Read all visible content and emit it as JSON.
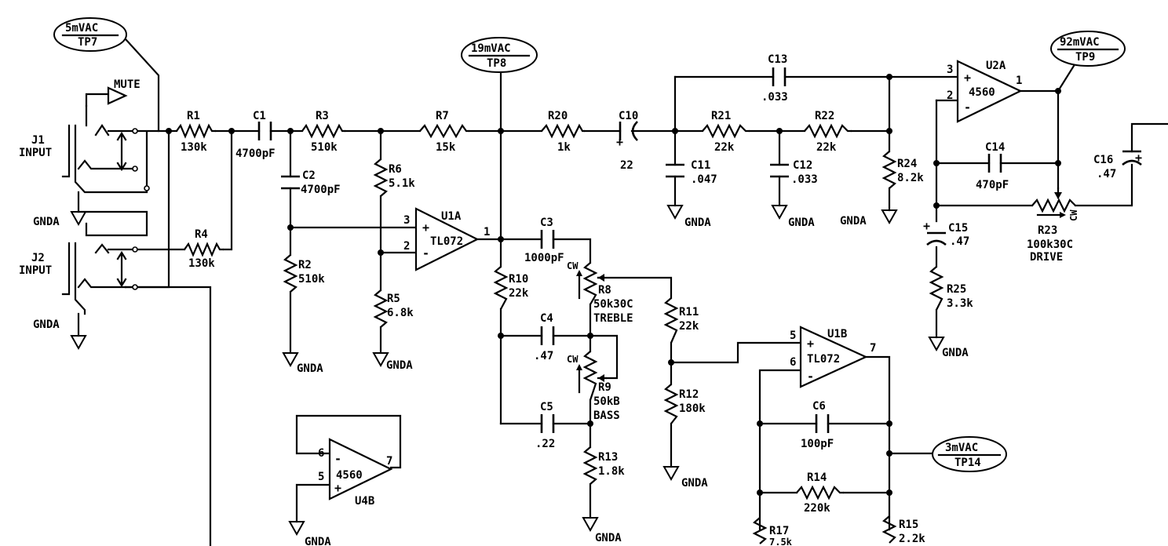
{
  "components": {
    "R1": {
      "ref": "R1",
      "value": "130k"
    },
    "R2": {
      "ref": "R2",
      "value": "510k"
    },
    "R3": {
      "ref": "R3",
      "value": "510k"
    },
    "R4": {
      "ref": "R4",
      "value": "130k"
    },
    "R5": {
      "ref": "R5",
      "value": "6.8k"
    },
    "R6": {
      "ref": "R6",
      "value": "5.1k"
    },
    "R7": {
      "ref": "R7",
      "value": "15k"
    },
    "R8": {
      "ref": "R8",
      "value": "50k30C",
      "label": "TREBLE"
    },
    "R9": {
      "ref": "R9",
      "value": "50kB",
      "label": "BASS"
    },
    "R10": {
      "ref": "R10",
      "value": "22k"
    },
    "R11": {
      "ref": "R11",
      "value": "22k"
    },
    "R12": {
      "ref": "R12",
      "value": "180k"
    },
    "R13": {
      "ref": "R13",
      "value": "1.8k"
    },
    "R14": {
      "ref": "R14",
      "value": "220k"
    },
    "R15": {
      "ref": "R15",
      "value": "2.2k"
    },
    "R17": {
      "ref": "R17",
      "value": "7.5k"
    },
    "R20": {
      "ref": "R20",
      "value": "1k"
    },
    "R21": {
      "ref": "R21",
      "value": "22k"
    },
    "R22": {
      "ref": "R22",
      "value": "22k"
    },
    "R23": {
      "ref": "R23",
      "value": "100k30C",
      "label": "DRIVE"
    },
    "R24": {
      "ref": "R24",
      "value": "8.2k"
    },
    "R25": {
      "ref": "R25",
      "value": "3.3k"
    },
    "C1": {
      "ref": "C1",
      "value": "4700pF"
    },
    "C2": {
      "ref": "C2",
      "value": "4700pF"
    },
    "C3": {
      "ref": "C3",
      "value": "1000pF"
    },
    "C4": {
      "ref": "C4",
      "value": ".47"
    },
    "C5": {
      "ref": "C5",
      "value": ".22"
    },
    "C6": {
      "ref": "C6",
      "value": "100pF"
    },
    "C10": {
      "ref": "C10",
      "value": "22"
    },
    "C11": {
      "ref": "C11",
      "value": ".047"
    },
    "C12": {
      "ref": "C12",
      "value": ".033"
    },
    "C13": {
      "ref": "C13",
      "value": ".033"
    },
    "C14": {
      "ref": "C14",
      "value": "470pF"
    },
    "C15": {
      "ref": "C15",
      "value": ".47"
    },
    "C16": {
      "ref": "C16",
      "value": ".47"
    }
  },
  "opamps": {
    "U1A": {
      "ref": "U1A",
      "part": "TL072",
      "pin_plus": "3",
      "pin_minus": "2",
      "pin_out": "1"
    },
    "U1B": {
      "ref": "U1B",
      "part": "TL072",
      "pin_plus": "5",
      "pin_minus": "6",
      "pin_out": "7"
    },
    "U2A": {
      "ref": "U2A",
      "part": "4560",
      "pin_plus": "3",
      "pin_minus": "2",
      "pin_out": "1"
    },
    "U4B": {
      "ref": "U4B",
      "part": "4560",
      "pin_plus": "5",
      "pin_minus": "6",
      "pin_out": "7"
    }
  },
  "test_points": {
    "TP7": {
      "level": "5mVAC",
      "name": "TP7"
    },
    "TP8": {
      "level": "19mVAC",
      "name": "TP8"
    },
    "TP9": {
      "level": "92mVAC",
      "name": "TP9"
    },
    "TP14": {
      "level": "3mVAC",
      "name": "TP14"
    }
  },
  "jacks": {
    "J1": {
      "ref": "J1",
      "label": "INPUT"
    },
    "J2": {
      "ref": "J2",
      "label": "INPUT"
    }
  },
  "labels": {
    "mute": "MUTE",
    "gnda": "GNDA",
    "cw": "CW",
    "plus": "+",
    "minus": "-"
  }
}
